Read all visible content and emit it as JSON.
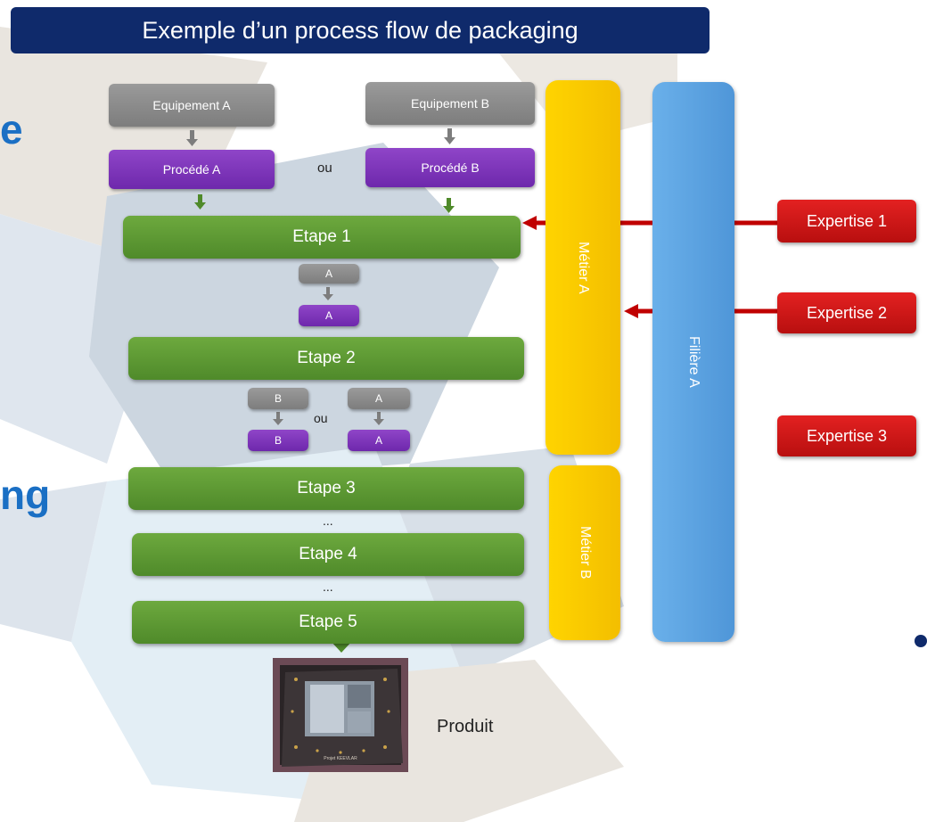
{
  "banner": {
    "title": "Exemple d’un process flow de packaging"
  },
  "equipment": {
    "a": "Equipement A",
    "b": "Equipement B"
  },
  "process": {
    "a": "Procédé A",
    "b": "Procédé B"
  },
  "connector": {
    "or": "ou"
  },
  "steps": [
    {
      "label": "Etape 1"
    },
    {
      "label": "Etape 2"
    },
    {
      "label": "Etape 3"
    },
    {
      "label": "Etape 4"
    },
    {
      "label": "Etape 5"
    }
  ],
  "mini": {
    "gray_a1": "A",
    "purple_a1": "A",
    "gray_b": "B",
    "purple_b": "B",
    "gray_a2": "A",
    "purple_a2": "A"
  },
  "ellipsis": {
    "first": "...",
    "second": "..."
  },
  "metier": {
    "a": "Métier A",
    "b": "Métier B"
  },
  "filiere": {
    "a": "Filière A"
  },
  "expertise": [
    "Expertise 1",
    "Expertise 2",
    "Expertise 3"
  ],
  "product": {
    "label": "Produit",
    "chip_text": "Projet KEEVLAR"
  },
  "edge_text": {
    "top": "e",
    "bottom": "ng"
  },
  "colors": {
    "banner": "#0f2a6b",
    "step": "#5a9632",
    "equipment": "#8a8a8a",
    "process": "#7a32b8",
    "expertise": "#d21a1a",
    "metier": "#ffcc00",
    "filiere": "#5aa2e2",
    "arrow_red": "#c00000"
  }
}
